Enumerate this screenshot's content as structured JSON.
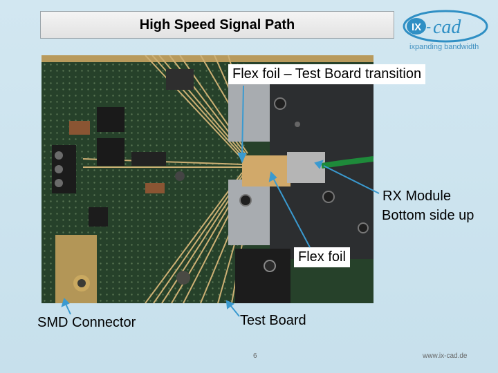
{
  "slide": {
    "title": "High Speed Signal Path",
    "page_number": "6",
    "website": "www.ix-cad.de"
  },
  "logo": {
    "ix_text": "IX",
    "dash": "-",
    "cad_text": "cad",
    "tagline": "ixpanding bandwidth",
    "accent_color": "#2f8fc4"
  },
  "photo": {
    "subject": "PCB with flex foil and RX module"
  },
  "labels": {
    "flex_transition": "Flex foil – Test Board transition",
    "rx_line1": "RX Module",
    "rx_line2": "Bottom side up",
    "flex_foil": "Flex foil",
    "smd_connector": "SMD Connector",
    "test_board": "Test Board"
  },
  "colors": {
    "background": "#cbe3ee",
    "arrow": "#3a9ad0",
    "pcb_green": "#26412a",
    "trace_gold": "#c9a868"
  }
}
